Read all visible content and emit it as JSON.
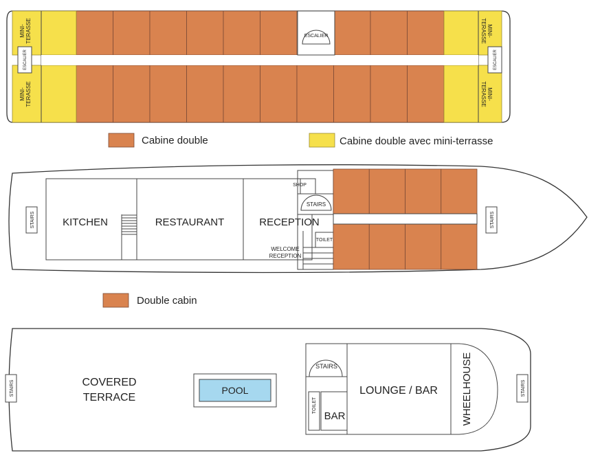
{
  "colors": {
    "cabin": "#d9834f",
    "terrace": "#f6e04b",
    "pool": "#a6d8ef",
    "outline": "#333333"
  },
  "deck1": {
    "mini_terrasse_lines": [
      "MINI-",
      "TERASSE"
    ],
    "escalier_end": "ESCALIER",
    "escalier_center": "ESCALIER"
  },
  "legend1": {
    "cabine_double": "Cabine double",
    "cabine_terrasse": "Cabine double avec mini-terrasse"
  },
  "deck2": {
    "stairs": "STAIRS",
    "kitchen": "KITCHEN",
    "restaurant": "RESTAURANT",
    "reception": "RECEPTION",
    "shop": "SHOP",
    "toilet": "TOILET",
    "welcome_lines": [
      "WELCOME",
      "RECEPTION"
    ]
  },
  "legend2": {
    "double_cabin": "Double cabin"
  },
  "deck3": {
    "stairs": "STAIRS",
    "covered_terrace_lines": [
      "COVERED",
      "TERRACE"
    ],
    "pool": "POOL",
    "lounge": "LOUNGE / BAR",
    "bar": "BAR",
    "toilet": "TOILET",
    "wheelhouse": "WHEELHOUSE"
  }
}
